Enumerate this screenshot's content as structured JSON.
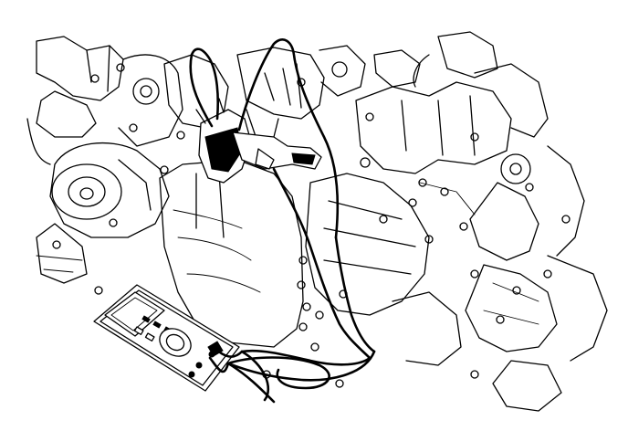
{
  "figure": {
    "kind": "line-art technical illustration",
    "subject_icons": [
      "engine-block",
      "timing-light-clamp",
      "digital-multimeter",
      "test-leads"
    ],
    "colors": {
      "ink": "#000000",
      "paper": "#ffffff"
    }
  }
}
